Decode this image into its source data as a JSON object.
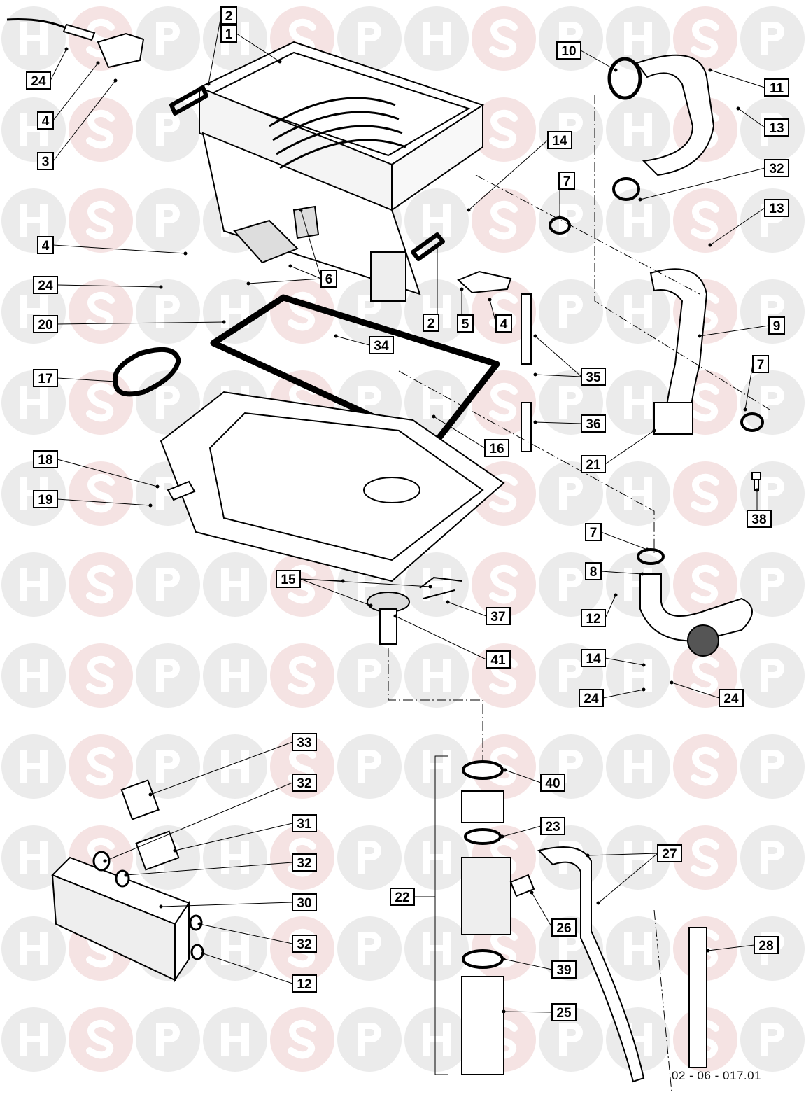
{
  "diagram": {
    "reference_code": "02 - 06 - 017.01",
    "watermark": {
      "letters": [
        "H",
        "S",
        "P"
      ],
      "colors": {
        "H": "#ebebeb",
        "S": "#f5e3e3",
        "P": "#ebebeb"
      }
    },
    "callouts": [
      "1",
      "2",
      "24",
      "4",
      "3",
      "10",
      "11",
      "13",
      "32",
      "13",
      "14",
      "7",
      "4",
      "6",
      "24",
      "20",
      "2",
      "5",
      "4",
      "34",
      "9",
      "35",
      "7",
      "17",
      "16",
      "36",
      "21",
      "18",
      "19",
      "38",
      "7",
      "8",
      "15",
      "37",
      "12",
      "41",
      "14",
      "24",
      "24",
      "33",
      "40",
      "32",
      "23",
      "31",
      "27",
      "32",
      "22",
      "30",
      "26",
      "32",
      "28",
      "39",
      "12",
      "25"
    ]
  }
}
